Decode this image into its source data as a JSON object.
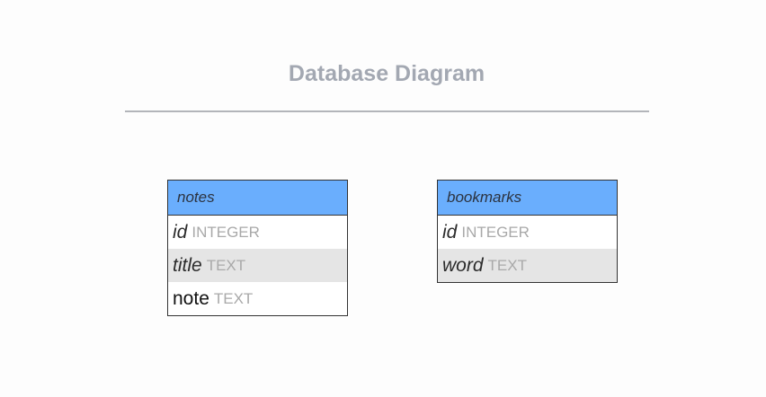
{
  "diagram": {
    "title": "Database Diagram",
    "tables": [
      {
        "name": "notes",
        "columns": [
          {
            "name": "id",
            "type": "INTEGER"
          },
          {
            "name": "title",
            "type": "TEXT"
          },
          {
            "name": "note",
            "type": "TEXT"
          }
        ]
      },
      {
        "name": "bookmarks",
        "columns": [
          {
            "name": "id",
            "type": "INTEGER"
          },
          {
            "name": "word",
            "type": "TEXT"
          }
        ]
      }
    ]
  },
  "colors": {
    "header_fill": "#6aaefd",
    "shaded_row": "#e5e5e5",
    "title_text": "#a3a8b2",
    "type_text": "#a9a9a9",
    "border": "#333333"
  }
}
